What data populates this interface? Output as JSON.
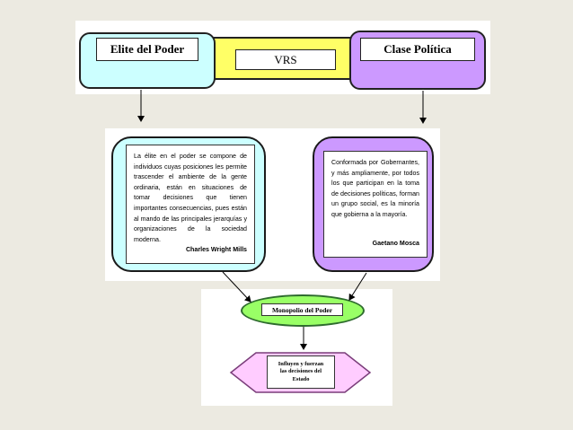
{
  "top": {
    "left_label": "Elite del Poder",
    "center_label": "VRS",
    "right_label": "Clase Política"
  },
  "left_card": {
    "text": "La élite en el poder se compone de individuos cuyas posiciones les permite trascender el ambiente de la gente ordinaria, están en situaciones de tomar decisiones que tienen importantes consecuencias, pues están al mando de las principales jerarquías y organizaciones de la sociedad moderna.",
    "author": "Charles Wright Mills"
  },
  "right_card": {
    "text": "Conformada por Gobernantes, y más ampliamente, por todos los que participan en la toma de decisiones políticas, forman un grupo social, es la minoría que gobierna a la mayoría.",
    "author": "Gaetano Mosca"
  },
  "bottom": {
    "ellipse_label": "Monopolio del Poder",
    "hexagon_label": "Influyen y fuerzan las decisiones del Estado"
  },
  "colors": {
    "background": "#ECEAE1",
    "cyan": "#CCFFFF",
    "yellow": "#FFFF66",
    "purple": "#CC99FF",
    "green": "#99FF66",
    "pink": "#FFCCFF"
  }
}
